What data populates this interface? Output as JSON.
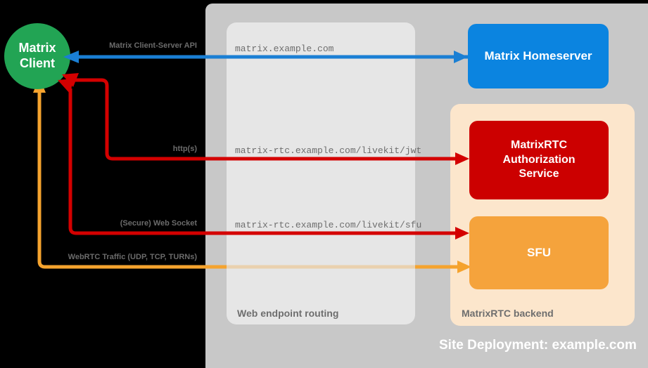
{
  "diagram": {
    "title": "Site Deployment: example.com",
    "background": "#000000",
    "colors": {
      "client": "#22a454",
      "homeserver": "#0b84e0",
      "auth_service": "#cc0000",
      "sfu": "#f5a33c",
      "site_container": "#c8c8c8",
      "web_routing_box": "#e6e6e6",
      "rtc_backend_box": "#fce6cc",
      "label_text": "#6b6b6b",
      "blue_edge": "#1a7fd4",
      "red_edge": "#d40000",
      "orange_edge": "#f5a32e"
    }
  },
  "nodes": {
    "client": {
      "label_line1": "Matrix",
      "label_line2": "Client"
    },
    "homeserver": {
      "label": "Matrix Homeserver"
    },
    "auth_service": {
      "label_line1": "MatrixRTC",
      "label_line2": "Authorization",
      "label_line3": "Service"
    },
    "sfu": {
      "label": "SFU"
    }
  },
  "groups": {
    "web_routing": {
      "label": "Web endpoint routing"
    },
    "rtc_backend": {
      "label": "MatrixRTC backend"
    },
    "site": {
      "label": "Site Deployment: example.com"
    }
  },
  "edges": [
    {
      "id": "client-server-api",
      "protocol_label": "Matrix Client-Server API",
      "endpoint_label": "matrix.example.com",
      "color": "#1a7fd4",
      "from": "homeserver",
      "to": "client"
    },
    {
      "id": "livekit-jwt",
      "protocol_label": "http(s)",
      "endpoint_label": "matrix-rtc.example.com/livekit/jwt",
      "color": "#d40000",
      "from": "client",
      "to": "auth_service"
    },
    {
      "id": "livekit-sfu",
      "protocol_label": "(Secure) Web Socket",
      "endpoint_label": "matrix-rtc.example.com/livekit/sfu",
      "color": "#d40000",
      "from": "client",
      "to": "sfu"
    },
    {
      "id": "webrtc-traffic",
      "protocol_label": "WebRTC Traffic (UDP, TCP, TURNs)",
      "endpoint_label": "",
      "color": "#f5a32e",
      "from": "client",
      "to": "sfu"
    }
  ]
}
